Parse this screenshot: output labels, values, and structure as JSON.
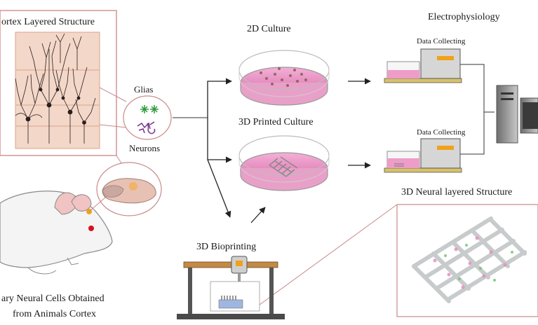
{
  "labels": {
    "cortex_title": "ortex Layered Structure",
    "glias": "Glias",
    "neurons": "Neurons",
    "culture_2d": "2D Culture",
    "culture_3d": "3D Printed Culture",
    "electrophysiology": "Electrophysiology",
    "data_collecting_1": "Data Collecting",
    "data_collecting_2": "Data Collecting",
    "neural_layered": "3D Neural  layered Structure",
    "bioprinting": "3D Bioprinting",
    "neural_cells_line1": "ary Neural Cells Obtained",
    "neural_cells_line2": "from Animals Cortex"
  },
  "colors": {
    "cortex_bg": "#f3d7c8",
    "dish_pink": "#e48cc0",
    "dish_rim": "#b0b0b0",
    "glia_green": "#2e9b38",
    "neuron_purple": "#7a2e8e",
    "mouse_eye": "#d6121c",
    "electrode_yellow": "#f0a21a",
    "printer_wood": "#c38a45"
  },
  "icons": {
    "glia": "glia-cell-icon",
    "neuron": "neuron-cell-icon",
    "mouse": "mouse-illustration",
    "computer": "computer-icon",
    "bioprinter": "bioprinter-icon"
  }
}
